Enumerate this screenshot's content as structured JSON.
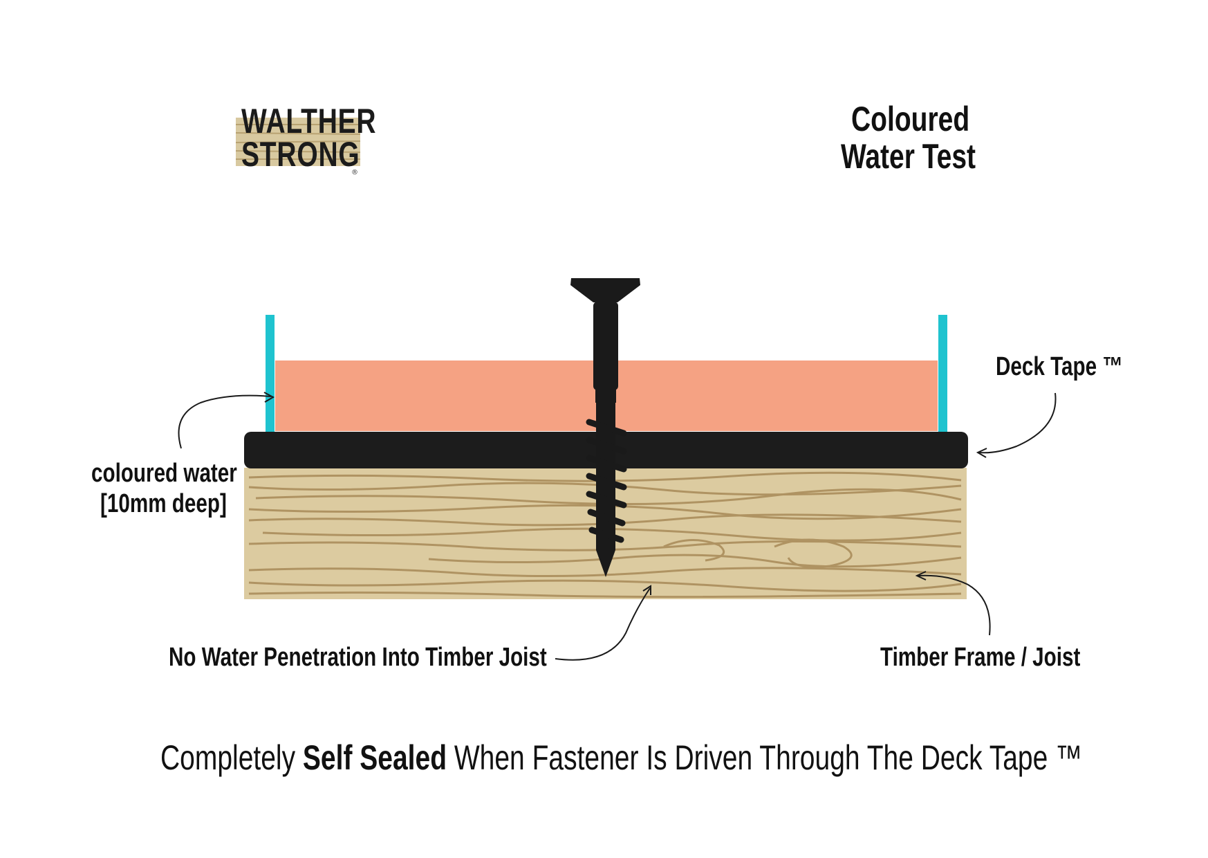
{
  "logo": {
    "line1": "WALTHER",
    "line2": "STRONG",
    "reg": "®"
  },
  "title": {
    "line1": "Coloured",
    "line2": "Water Test"
  },
  "labels": {
    "deck_tape": "Deck Tape ™",
    "coloured_water_1": "coloured water",
    "coloured_water_2": "[10mm deep]",
    "no_water": "No Water Penetration Into Timber Joist",
    "timber_frame": "Timber Frame / Joist"
  },
  "footer": {
    "part1": "Completely ",
    "bold": "Self Sealed",
    "part2": " When Fastener Is Driven Through The Deck Tape ™"
  },
  "colors": {
    "water": "#f5a283",
    "container_wall": "#1fc3cf",
    "deck_tape": "#1c1c1c",
    "timber": "#dccba0",
    "grain": "#a88a58",
    "screw": "#1a1a1a",
    "logo_wood": "#d8c9a0"
  },
  "icons": [
    "screw-icon",
    "arrow-icon"
  ]
}
